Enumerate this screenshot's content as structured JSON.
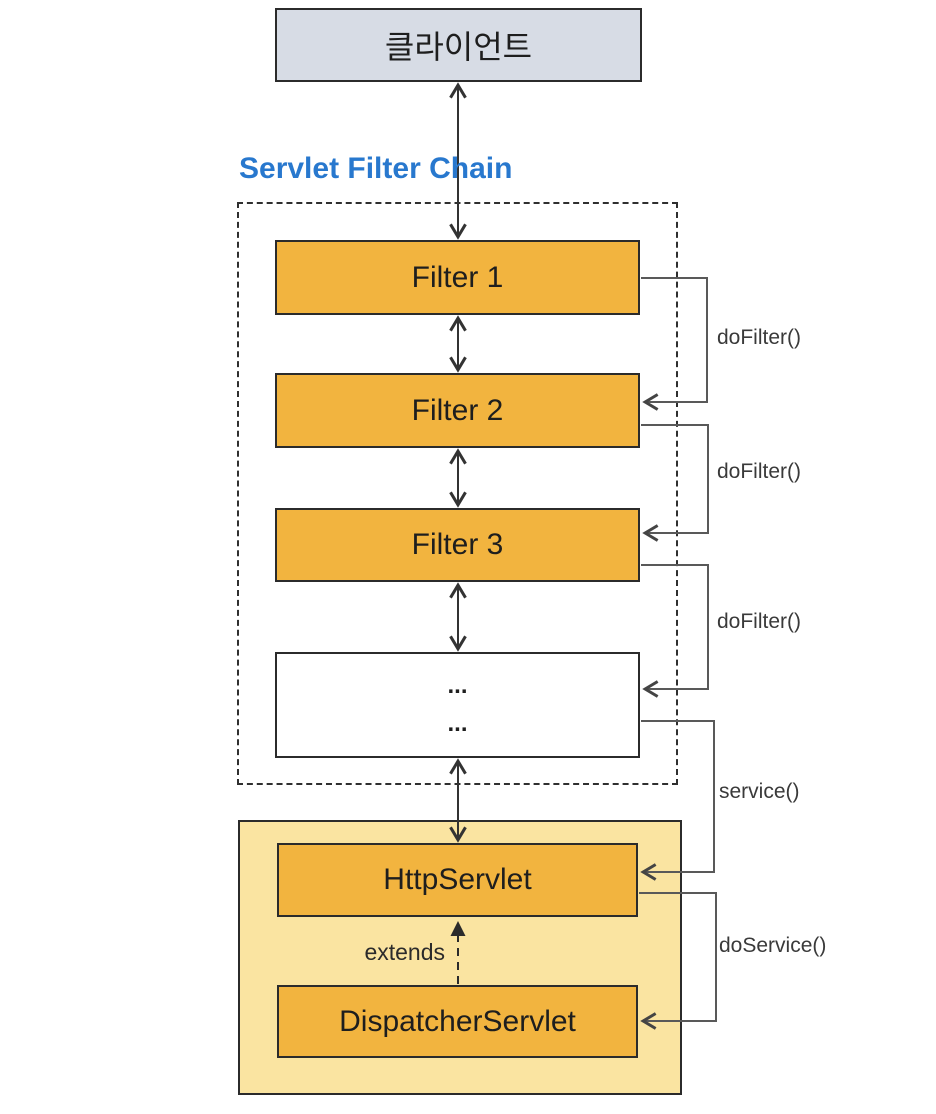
{
  "diagram": {
    "client_label": "클라이언트",
    "chain_title": "Servlet Filter Chain",
    "filters": [
      "Filter 1",
      "Filter 2",
      "Filter 3"
    ],
    "ellipsis_box": {
      "line1": "...",
      "line2": "..."
    },
    "servlet_container": {
      "http_servlet": "HttpServlet",
      "dispatcher_servlet": "DispatcherServlet",
      "extends_label": "extends"
    },
    "edge_labels": {
      "do_filter_1": "doFilter()",
      "do_filter_2": "doFilter()",
      "do_filter_3": "doFilter()",
      "service": "service()",
      "do_service": "doService()"
    },
    "colors": {
      "client_fill": "#D7DCE5",
      "filter_fill": "#F2B43F",
      "container_fill": "#FAE4A1",
      "title_blue": "#2878CE",
      "center_line": "#333333",
      "loop_line": "#595959"
    }
  }
}
